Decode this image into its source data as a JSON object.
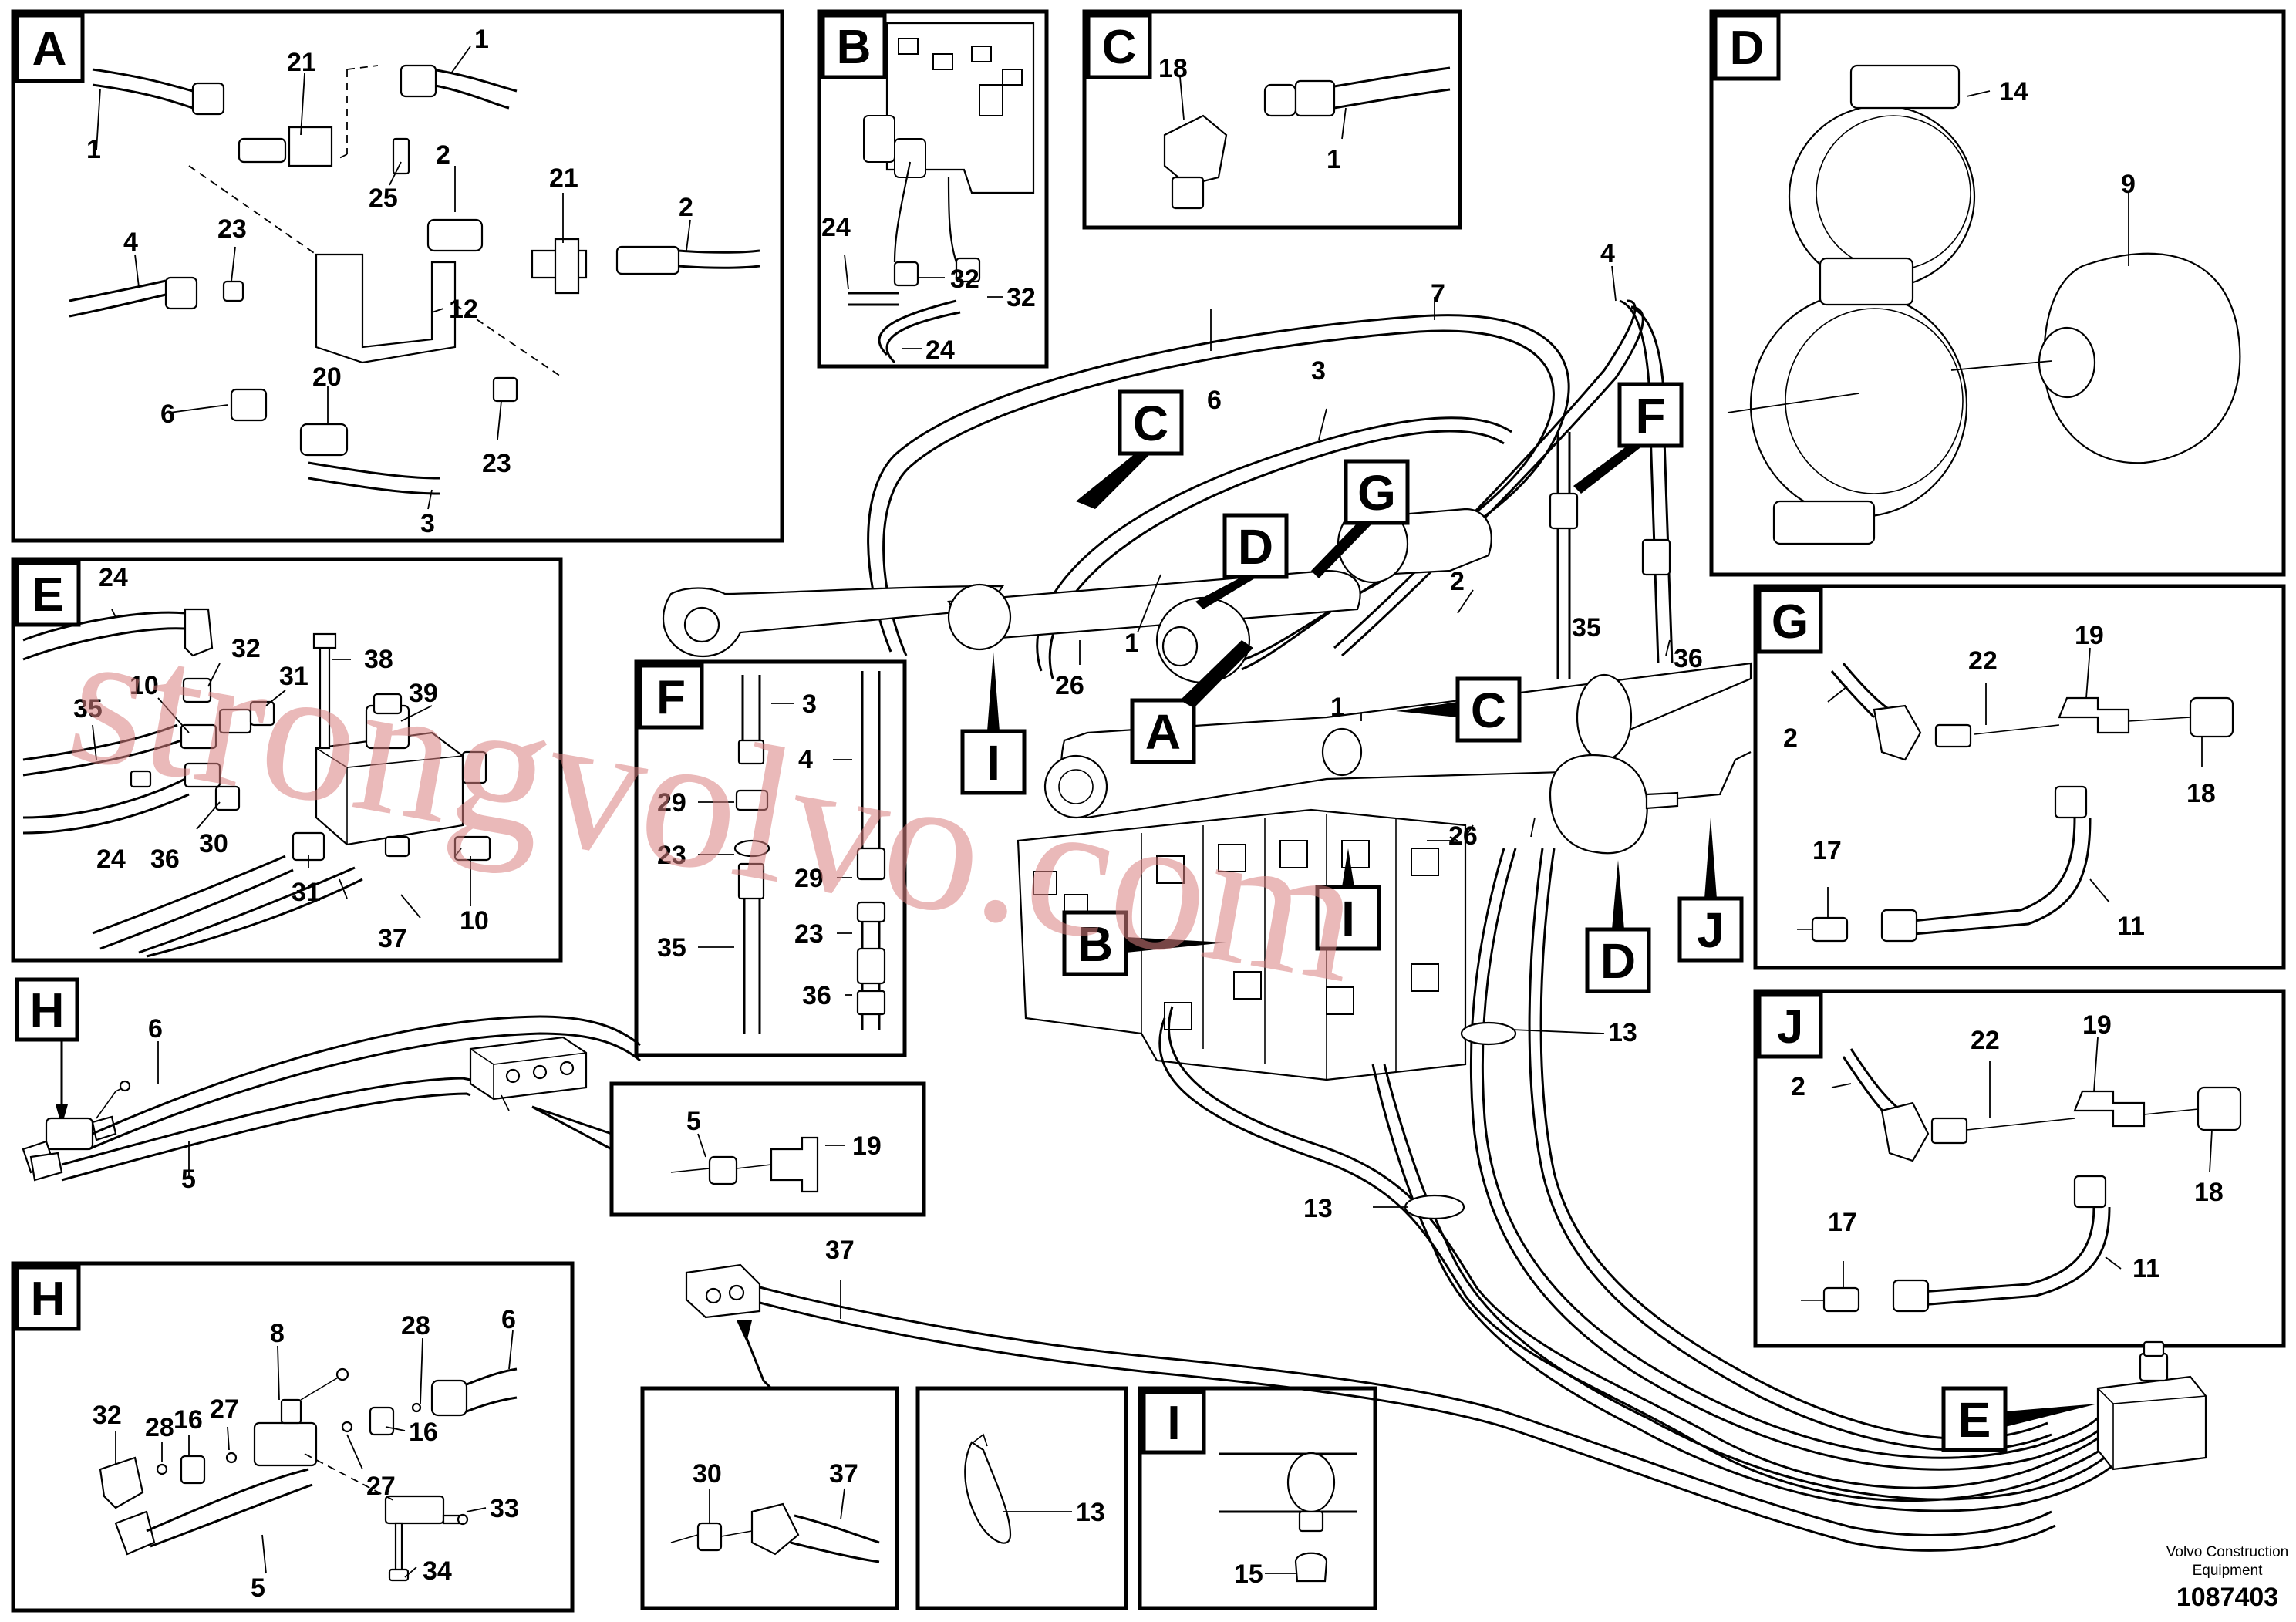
{
  "panel_letters": {
    "A": "A",
    "B": "B",
    "C": "C",
    "D": "D",
    "E": "E",
    "F": "F",
    "G": "G",
    "H": "H",
    "I": "I",
    "J": "J"
  },
  "part_numbers": {
    "n1": "1",
    "n2": "2",
    "n3": "3",
    "n4": "4",
    "n5": "5",
    "n6": "6",
    "n7": "7",
    "n8": "8",
    "n9": "9",
    "n10": "10",
    "n11": "11",
    "n12": "12",
    "n13": "13",
    "n14": "14",
    "n15": "15",
    "n16": "16",
    "n17": "17",
    "n18": "18",
    "n19": "19",
    "n20": "20",
    "n21": "21",
    "n22": "22",
    "n23": "23",
    "n24": "24",
    "n25": "25",
    "n26": "26",
    "n27": "27",
    "n28": "28",
    "n29": "29",
    "n30": "30",
    "n31": "31",
    "n32": "32",
    "n33": "33",
    "n34": "34",
    "n35": "35",
    "n36": "36",
    "n37": "37",
    "n38": "38",
    "n39": "39"
  },
  "watermark": "strongvolvo.com",
  "footer": {
    "brand_line1": "Volvo Construction",
    "brand_line2": "Equipment",
    "drawing_number": "1087403"
  },
  "colors": {
    "ink": "#000000",
    "paper": "#ffffff",
    "watermark": "#d98080"
  }
}
